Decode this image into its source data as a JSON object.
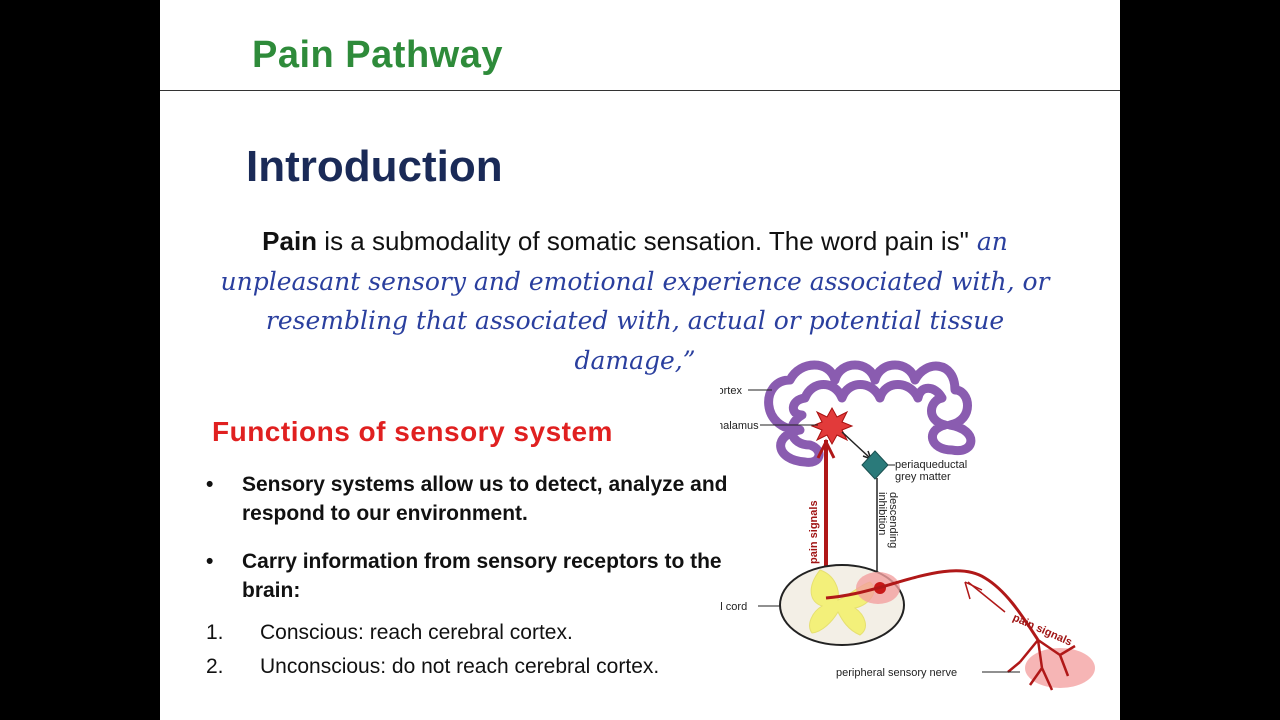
{
  "header": {
    "title": "Pain Pathway"
  },
  "intro": {
    "title": "Introduction"
  },
  "definition": {
    "term": "Pain",
    "text": " is a submodality of somatic sensation. The word pain is\"",
    "quote": " an unpleasant sensory and emotional experience associated with, or resembling that associated with, actual or potential tissue damage,”"
  },
  "functions": {
    "title": "Functions of sensory system",
    "bullets": [
      "Sensory systems allow us to detect, analyze and respond to our environment.",
      "Carry information from sensory receptors to the brain:"
    ],
    "numbered": [
      {
        "num": "1.",
        "text": "Conscious: reach cerebral cortex."
      },
      {
        "num": "2.",
        "text": "Unconscious: do not reach cerebral cortex."
      }
    ]
  },
  "diagram": {
    "labels": {
      "cortex": "cortex",
      "thalamus": "thalamus",
      "pag_line1": "periaqueductal",
      "pag_line2": "grey matter",
      "descending_line1": "descending",
      "descending_line2": "inhibition",
      "pain_signals_vertical": "pain signals",
      "spinal_cord": "spinal cord",
      "pain_signals_nerve": "pain signals",
      "peripheral_nerve": "peripheral sensory nerve"
    },
    "colors": {
      "cortex": "#8a5cb0",
      "pathway": "#b01818",
      "pag": "#2a7a7a",
      "grey_matter": "#f3f07a",
      "cord": "#f3efe6"
    }
  }
}
